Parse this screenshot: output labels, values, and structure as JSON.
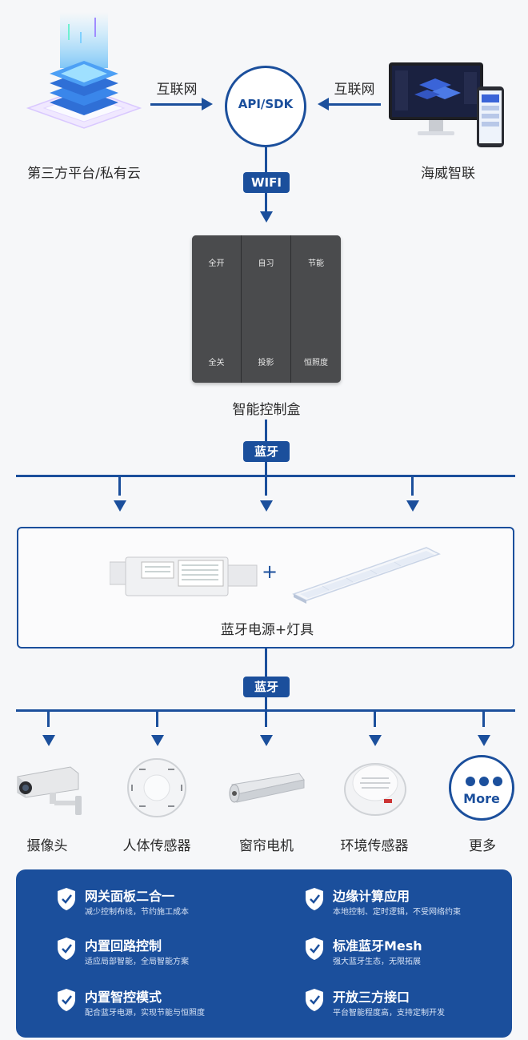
{
  "top": {
    "left_label": "第三方平台/私有云",
    "right_label": "海威智联",
    "center": "API/SDK",
    "link_left": "互联网",
    "link_right": "互联网",
    "wifi": "WIFI"
  },
  "panel": {
    "buttons_top": [
      "全开",
      "自习",
      "节能"
    ],
    "buttons_bottom": [
      "全关",
      "投影",
      "恒照度"
    ],
    "label": "智能控制盒"
  },
  "bt1": "蓝牙",
  "lighting": {
    "plus": "+",
    "label": "蓝牙电源+灯具"
  },
  "bt2": "蓝牙",
  "devices": [
    {
      "label": "摄像头",
      "icon": "camera-icon"
    },
    {
      "label": "人体传感器",
      "icon": "motion-sensor-icon"
    },
    {
      "label": "窗帘电机",
      "icon": "curtain-motor-icon"
    },
    {
      "label": "环境传感器",
      "icon": "smoke-sensor-icon"
    },
    {
      "label": "更多",
      "icon": "more-icon"
    }
  ],
  "more_text": "More",
  "features": [
    {
      "title": "网关面板二合一",
      "sub": "减少控制布线，节约施工成本"
    },
    {
      "title": "边缘计算应用",
      "sub": "本地控制、定时逻辑，不受网络约束"
    },
    {
      "title": "内置回路控制",
      "sub": "适应局部智能，全局智能方案"
    },
    {
      "title": "标准蓝牙Mesh",
      "sub": "强大蓝牙生态，无限拓展"
    },
    {
      "title": "内置智控模式",
      "sub": "配合蓝牙电源，实现节能与恒照度"
    },
    {
      "title": "开放三方接口",
      "sub": "平台智能程度高，支持定制开发"
    }
  ],
  "colors": {
    "accent": "#1b4f9c",
    "panel": "#4a4b4d"
  }
}
